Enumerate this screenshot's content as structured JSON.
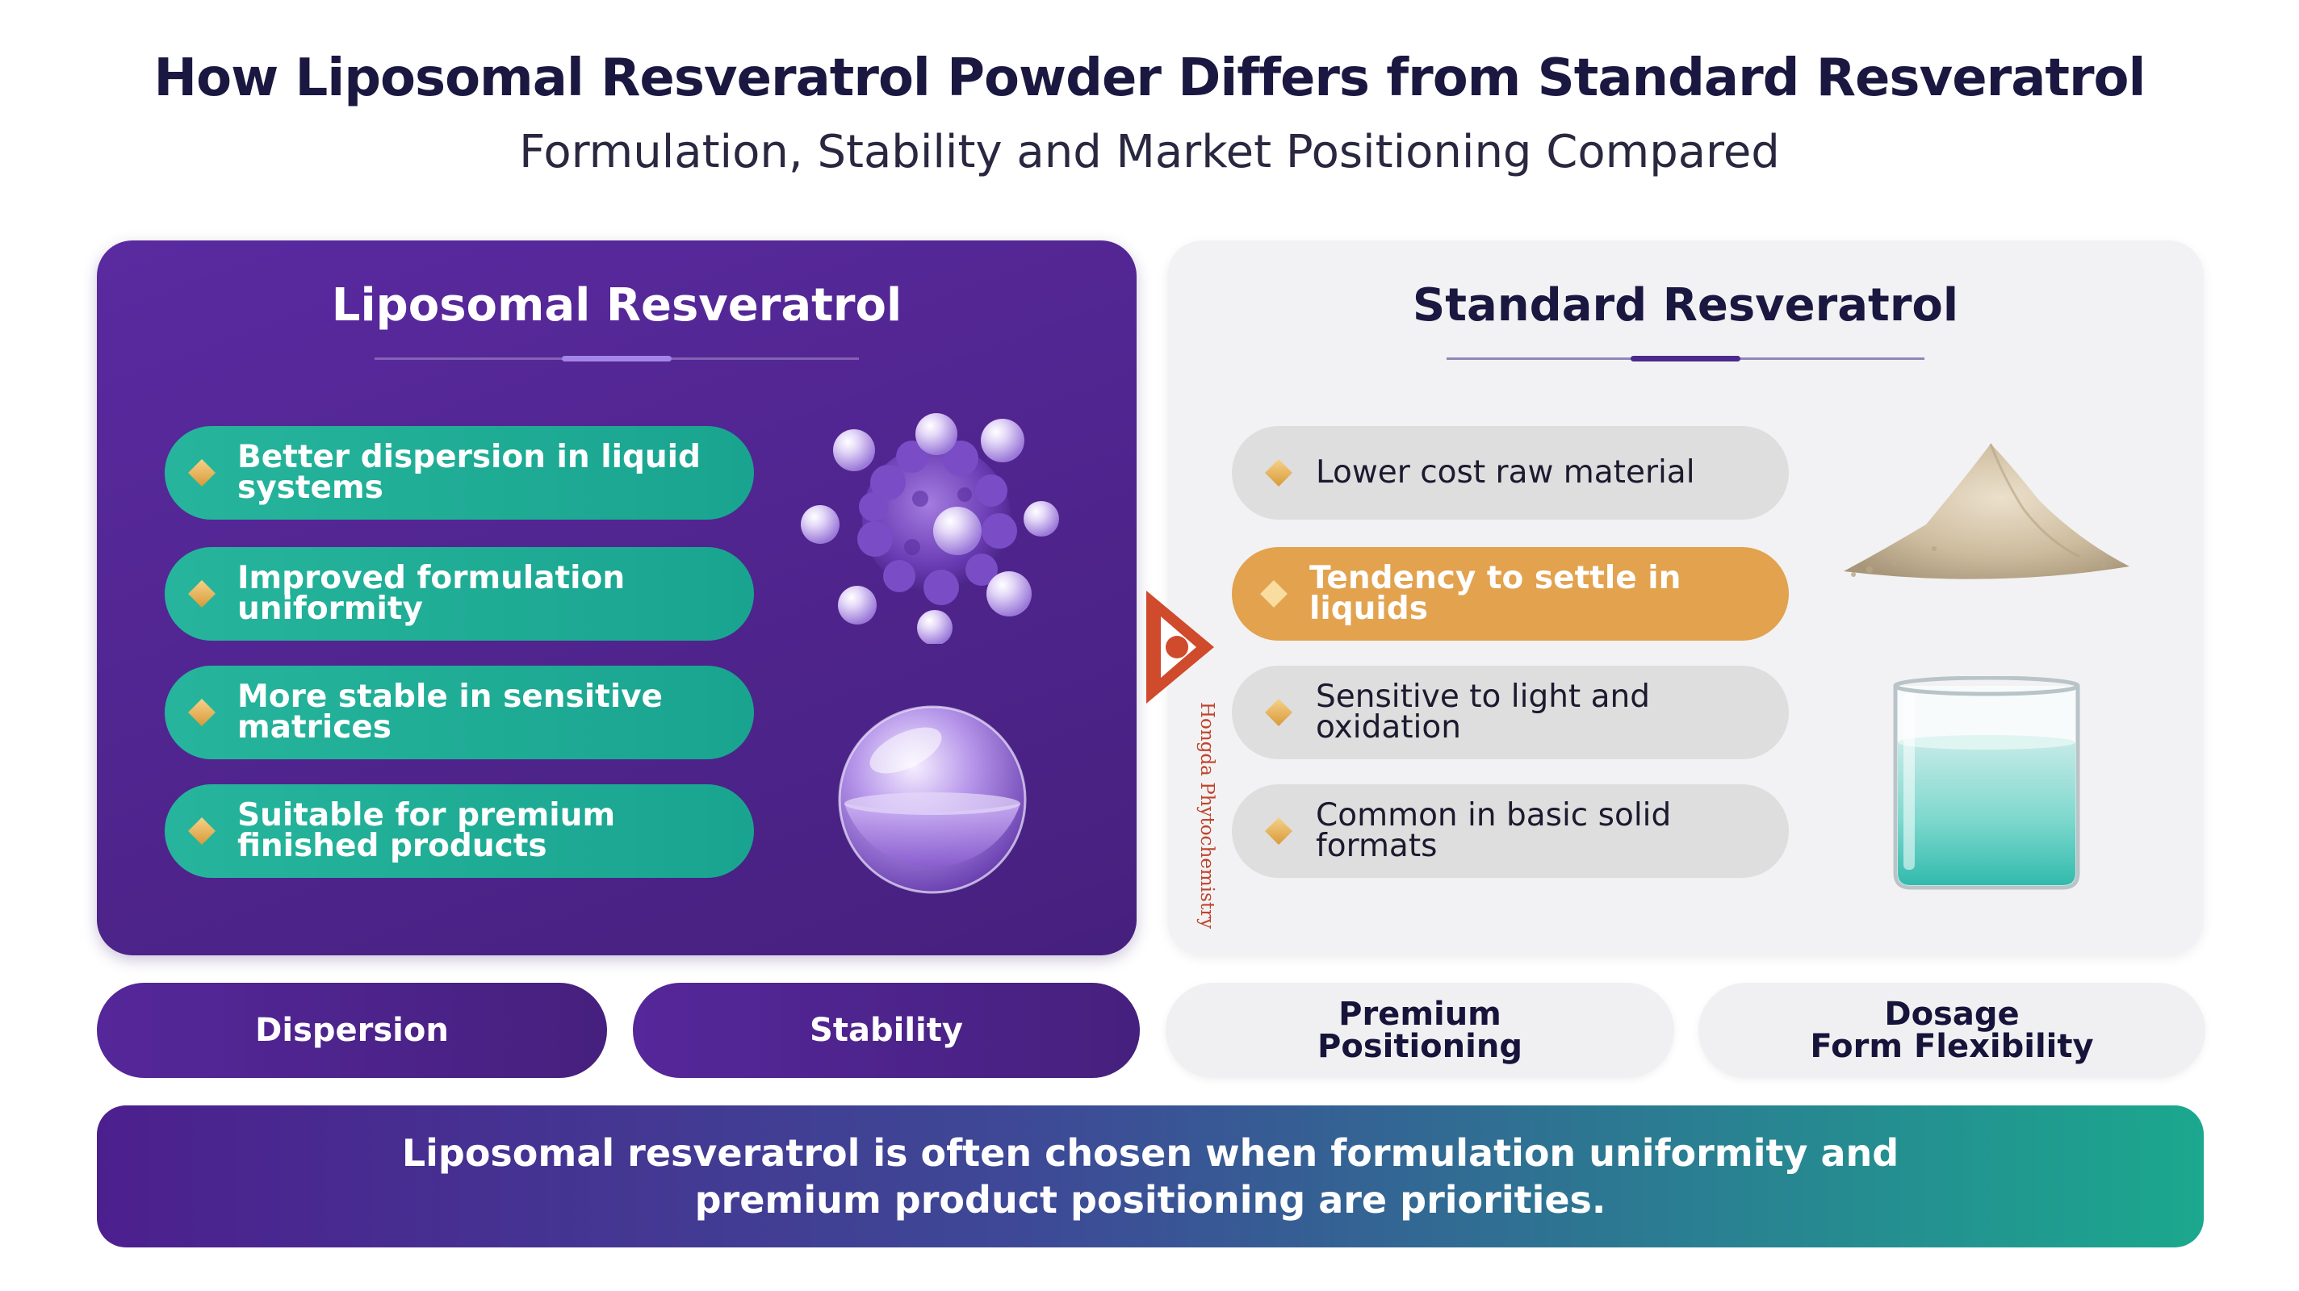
{
  "header": {
    "title": "How Liposomal Resveratrol Powder Differs from Standard Resveratrol",
    "subtitle": "Formulation, Stability and Market Positioning Compared"
  },
  "left_panel": {
    "title": "Liposomal Resveratrol",
    "items": [
      {
        "label": "Better  dispersion in liquid systems"
      },
      {
        "label": "Improved formulation uniformity"
      },
      {
        "label": "More stable in sensitive matrices"
      },
      {
        "label": "Suitable for premium finished products"
      }
    ]
  },
  "right_panel": {
    "title": "Standard Resveratrol",
    "items": [
      {
        "label": "Lower cost raw material",
        "highlighted": false
      },
      {
        "label": "Tendency to settle in liquids",
        "highlighted": true
      },
      {
        "label": "Sensitive to light and oxidation",
        "highlighted": false
      },
      {
        "label": "Common in basic solid formats",
        "highlighted": false
      }
    ]
  },
  "tabs": [
    {
      "label": "Dispersion"
    },
    {
      "label": "Stability"
    },
    {
      "label": "Premium\nPositioning"
    },
    {
      "label": "Dosage\nForm Flexibility"
    }
  ],
  "banner": {
    "text": "Liposomal resveratrol is often chosen when formulation uniformity and premium product positioning are priorities."
  },
  "watermark": {
    "text": "Hongda Phytochemistry"
  },
  "colors": {
    "purple": "#4b2287",
    "teal": "#1fae96",
    "orange": "#e2a24e",
    "grey": "#dedede",
    "diamond_gold": "#d89a38",
    "watermark_red": "#d04a2c"
  },
  "icons": [
    "liposome-cluster-icon",
    "sphere-icon",
    "powder-pile-icon",
    "beaker-icon",
    "logo-icon"
  ]
}
